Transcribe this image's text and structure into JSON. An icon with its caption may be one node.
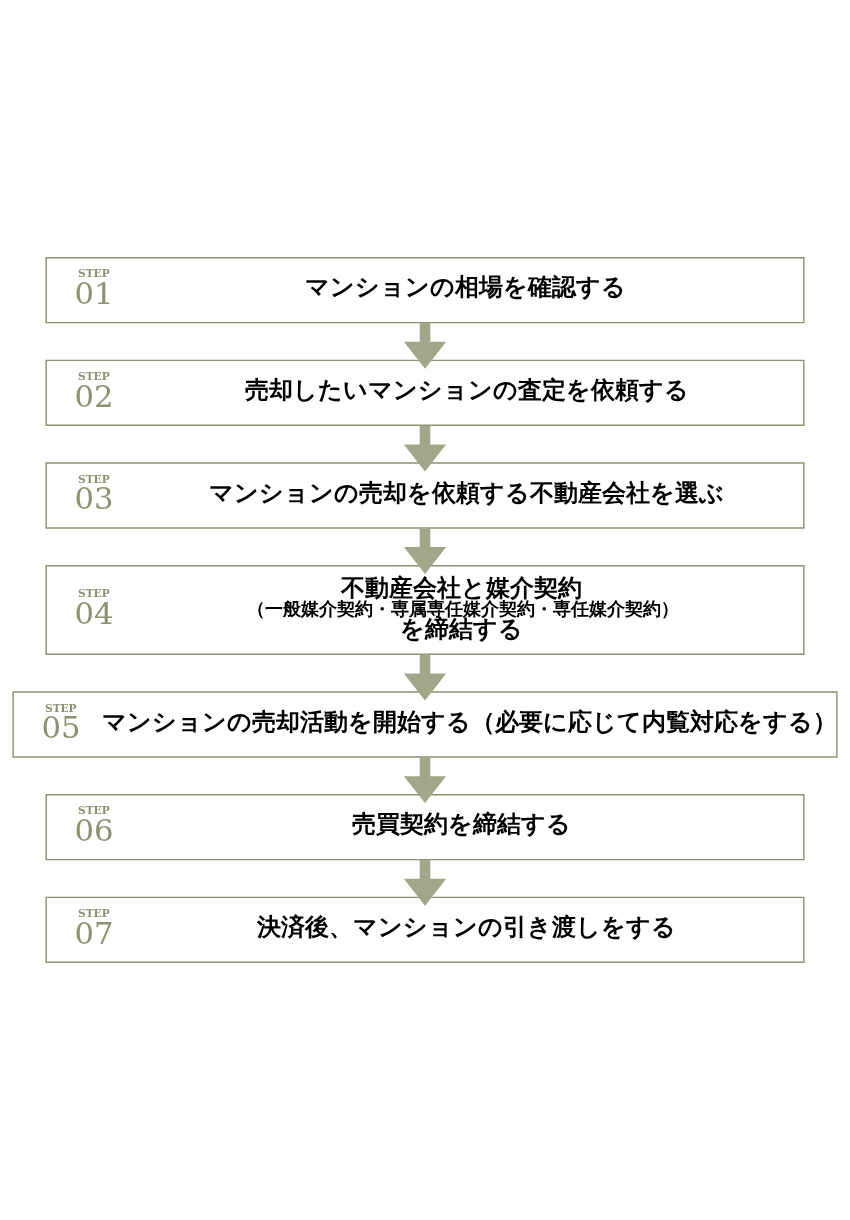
{
  "diagram": {
    "nodes": [
      {
        "text": [
          "STEP",
          "01",
          "マンションの相場を確認する"
        ]
      },
      {
        "text": [
          "STEP",
          "02",
          "売却したいマンションの査定を依頼する"
        ]
      },
      {
        "text": [
          "STEP",
          "03",
          "マンションの売却を依頼する不動産会社を選ぶ"
        ]
      },
      {
        "text": [
          "STEP",
          "04",
          "不動産会社と媒介契約",
          "（一般媒介契約・専属専任媒介契約・専任媒介契約）",
          "を締結する"
        ]
      },
      {
        "text": [
          "STEP",
          "05",
          "マンションの売却活動を開始する（必要に応じて内覧対応をする）"
        ]
      },
      {
        "text": [
          "STEP",
          "06",
          "売買契約を締結する"
        ]
      },
      {
        "text": [
          "STEP",
          "07",
          "決済後、マンションの引き渡しをする"
        ]
      }
    ],
    "edges": [
      {
        "from": 0,
        "to": 1,
        "arrow": "to"
      },
      {
        "from": 1,
        "to": 2,
        "arrow": "to"
      },
      {
        "from": 2,
        "to": 3,
        "arrow": "to"
      },
      {
        "from": 3,
        "to": 4,
        "arrow": "to"
      },
      {
        "from": 4,
        "to": 5,
        "arrow": "to"
      },
      {
        "from": 5,
        "to": 6,
        "arrow": "to"
      }
    ]
  }
}
